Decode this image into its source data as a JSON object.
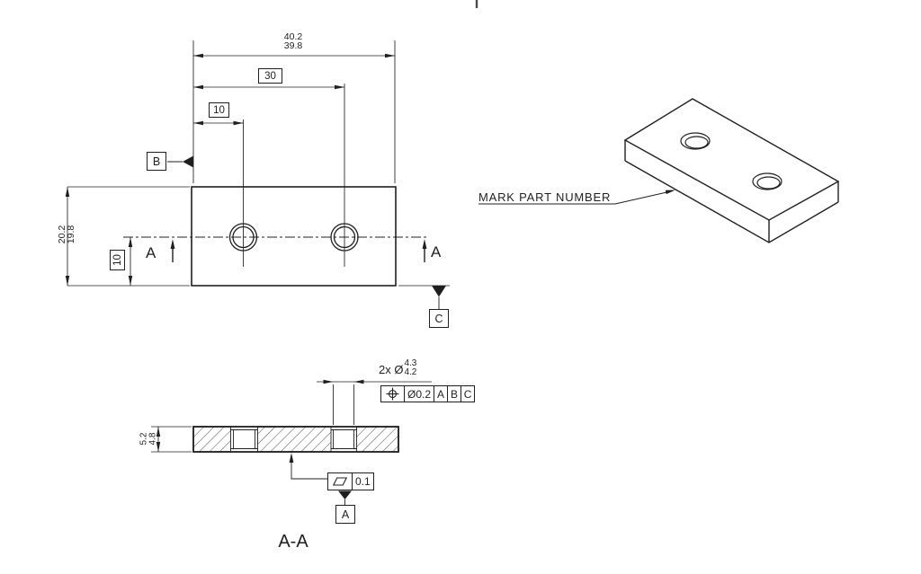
{
  "meta": {
    "background_color": "#ffffff",
    "line_color": "#1f1f1f"
  },
  "top_view": {
    "dim_overall_width": {
      "upper": "40.2",
      "lower": "39.8"
    },
    "dim_hole_spacing": "30",
    "dim_first_hole": "10",
    "dim_overall_height": {
      "upper": "20.2",
      "lower": "19.8"
    },
    "dim_hole_row": "10",
    "datum_b": "B",
    "datum_c": "C",
    "cut_label_left": "A",
    "cut_label_right": "A"
  },
  "iso_view": {
    "note": "MARK PART NUMBER"
  },
  "section_view": {
    "title": "A-A",
    "dim_thickness": {
      "upper": "5.2",
      "lower": "4.8"
    },
    "hole_callout": {
      "prefix": "2x Ø",
      "upper": "4.3",
      "lower": "4.2"
    },
    "position_fcf": {
      "symbol": "position",
      "tolerance": "Ø0.2",
      "datums": [
        "A",
        "B",
        "C"
      ]
    },
    "flatness_fcf": {
      "symbol": "flatness",
      "tolerance": "0.1"
    },
    "datum_a": "A"
  }
}
